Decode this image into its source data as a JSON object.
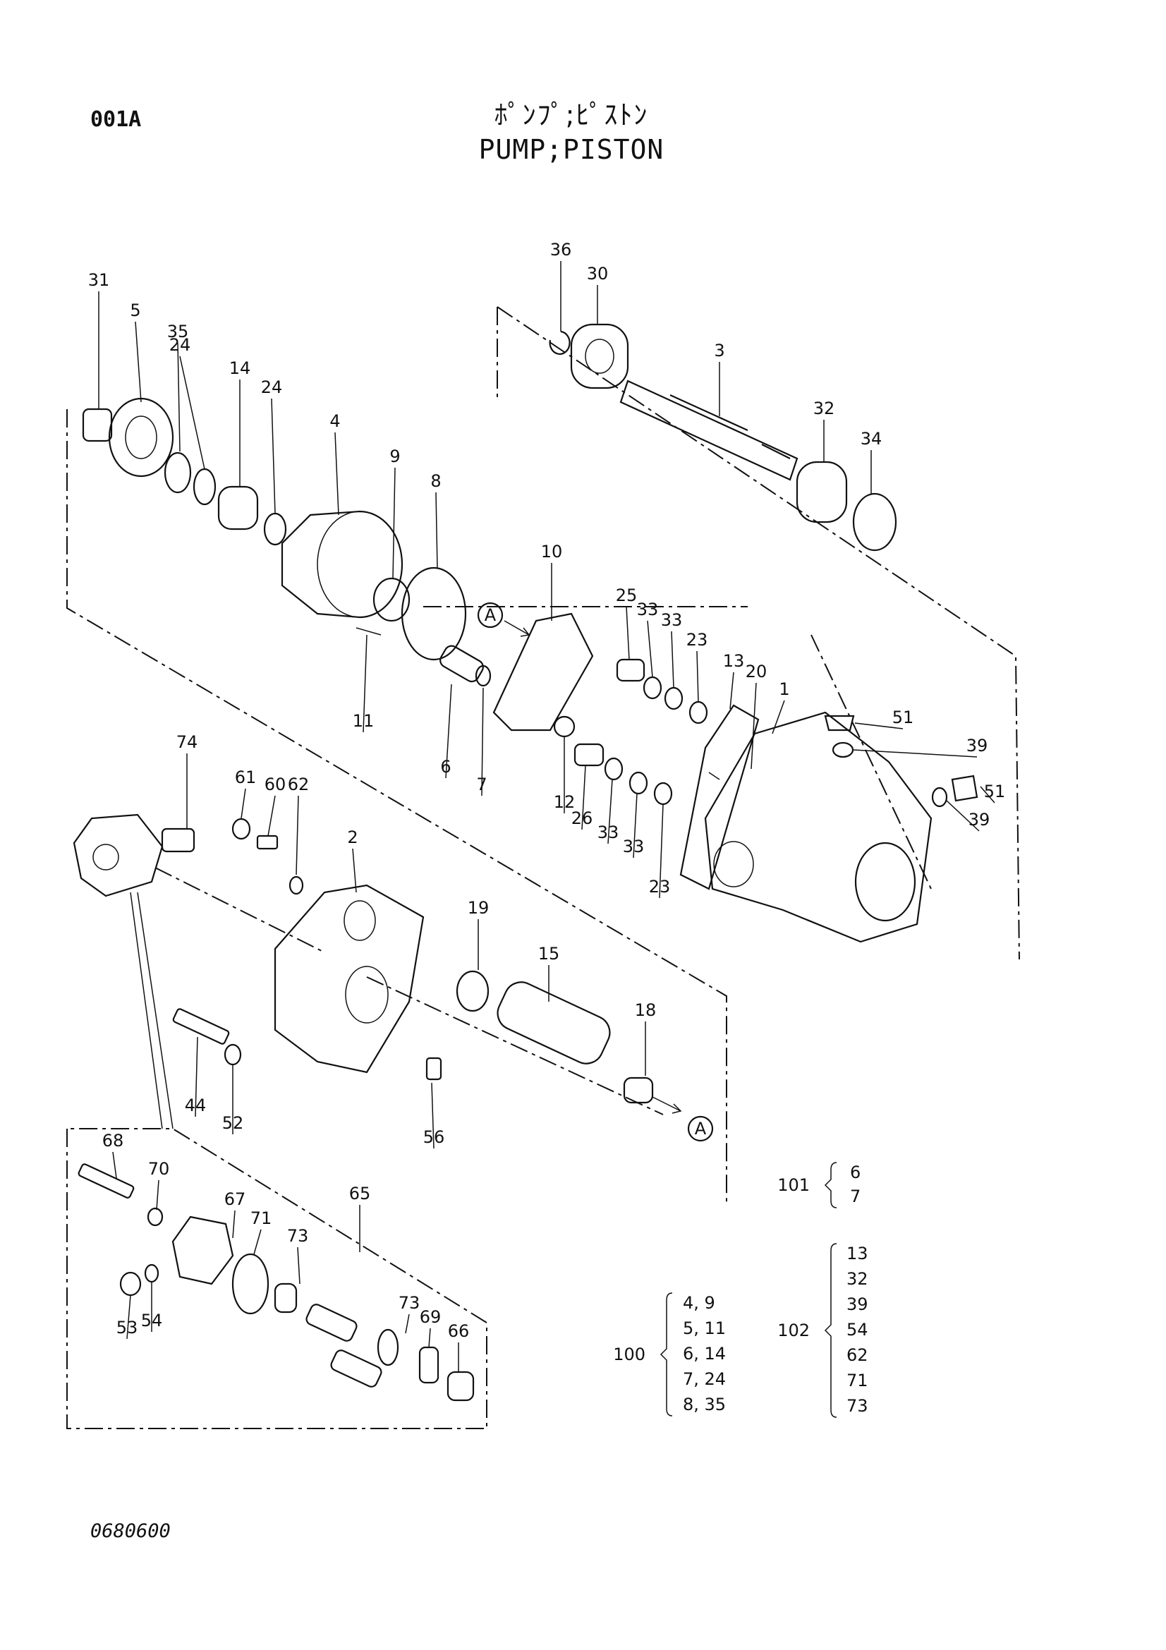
{
  "page_id": "001A",
  "title_jp": "ﾎﾟﾝﾌﾟ;ﾋﾟｽﾄﾝ",
  "title_en": "PUMP;PISTON",
  "drawing_number": "0680600",
  "callouts": [
    "1",
    "2",
    "3",
    "4",
    "5",
    "6",
    "7",
    "8",
    "9",
    "10",
    "11",
    "12",
    "13",
    "14",
    "15",
    "18",
    "19",
    "20",
    "23",
    "23",
    "24",
    "24",
    "25",
    "26",
    "30",
    "31",
    "32",
    "33",
    "33",
    "33",
    "33",
    "34",
    "35",
    "36",
    "39",
    "39",
    "44",
    "51",
    "51",
    "52",
    "53",
    "54",
    "56",
    "60",
    "61",
    "62",
    "65",
    "66",
    "67",
    "68",
    "69",
    "70",
    "71",
    "73",
    "73",
    "74"
  ],
  "reference_marks": [
    "A",
    "A"
  ],
  "kit_groups": [
    {
      "kit": "100",
      "items": [
        "4,  9",
        "5, 11",
        "6, 14",
        "7, 24",
        "8, 35"
      ]
    },
    {
      "kit": "101",
      "items": [
        "6",
        "7"
      ]
    },
    {
      "kit": "102",
      "items": [
        "13",
        "32",
        "39",
        "54",
        "62",
        "71",
        "73"
      ]
    }
  ]
}
